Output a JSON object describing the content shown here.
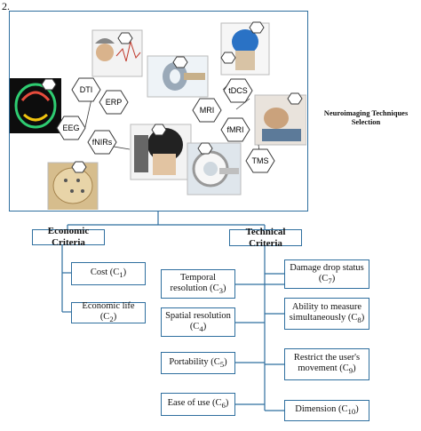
{
  "figure_number": "2.",
  "side_title": "Neuroimaging Techniques Selection",
  "techniques": {
    "dti": "DTI",
    "erp": "ERP",
    "eeg": "EEG",
    "fnirs": "fNIRs",
    "mri": "MRI",
    "tdcs": "tDCS",
    "fmri": "fMRI",
    "tms": "TMS"
  },
  "economic": {
    "title": "Economic Criteria",
    "items": [
      {
        "label": "Cost (C",
        "sub": "1",
        "close": ")"
      },
      {
        "label": "Economic life (C",
        "sub": "2",
        "close": ")"
      }
    ]
  },
  "technical": {
    "title": "Technical Criteria",
    "left_items": [
      {
        "label": "Temporal resolution (C",
        "sub": "3",
        "close": ")"
      },
      {
        "label": "Spatial resolution (C",
        "sub": "4",
        "close": ")"
      },
      {
        "label": "Portability (C",
        "sub": "5",
        "close": ")"
      },
      {
        "label": "Ease of use (C",
        "sub": "6",
        "close": ")"
      }
    ],
    "right_items": [
      {
        "label": "Damage drop status (C",
        "sub": "7",
        "close": ")"
      },
      {
        "label": "Ability to measure simultaneously (C",
        "sub": "8",
        "close": ")"
      },
      {
        "label": "Restrict the user's movement (C",
        "sub": "9",
        "close": ")"
      },
      {
        "label": "Dimension (C",
        "sub": "10",
        "close": ")"
      }
    ]
  },
  "colors": {
    "border": "#2f6f9f",
    "line": "#2f6f9f",
    "hex_fill": "#ffffff",
    "hex_stroke": "#3a3a3a"
  }
}
